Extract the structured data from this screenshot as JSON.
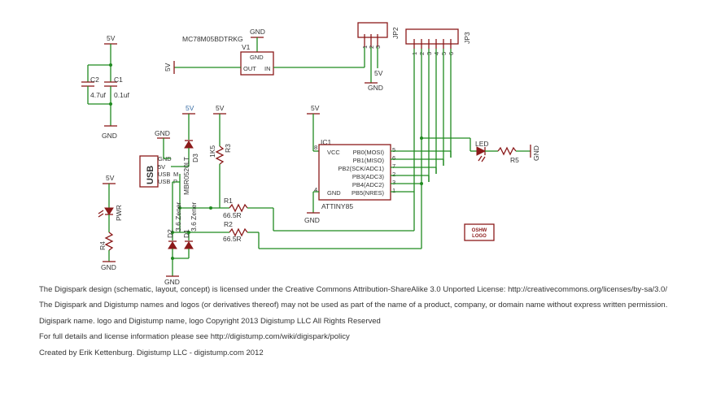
{
  "labels": {
    "v5": "5V",
    "gnd": "GND",
    "regulator_part": "MC78M05BDTRKG",
    "regulator_name": "V1",
    "regulator_gnd": "GND",
    "regulator_out": "OUT",
    "regulator_in": "IN",
    "c2_name": "C2",
    "c2_value": "4.7uf",
    "c1_name": "C1",
    "c1_value": "0.1uf",
    "jp2": "JP2",
    "jp3": "JP3",
    "pin1": "1",
    "pin2": "2",
    "pin3": "3",
    "pin4": "4",
    "pin5": "5",
    "pin6": "6",
    "pin7": "7",
    "pin8": "8",
    "usb": "USB",
    "usb_gnd": "GND",
    "usb_5v": "5V",
    "usb_m": "M",
    "usb_p": "P",
    "usb_sub_m": "USB",
    "usb_sub_p": "USB",
    "d3_name": "D3",
    "d3_part": "MBR0520LT",
    "r3_name": "R3",
    "r3_value": "1K5",
    "r1_name": "R1",
    "r1_value": "66.5R",
    "r2_name": "R2",
    "r2_value": "66.5R",
    "d1_name": "D1",
    "d1_value": "3.6 Zener",
    "d2_name": "D2",
    "d2_value": "3.6 Zener",
    "pwr": "PWR",
    "r4_name": "R4",
    "led": "LED",
    "r5_name": "R5",
    "ic1": "IC1",
    "ic_part": "ATTINY85",
    "ic_vcc": "VCC",
    "ic_gnd": "GND",
    "ic_pb0": "PB0(MOSI)",
    "ic_pb1": "PB1(MISO)",
    "ic_pb2": "PB2(SCK/ADC1)",
    "ic_pb3": "PB3(ADC3)",
    "ic_pb4": "PB4(ADC2)",
    "ic_pb5": "PB5(NRES)",
    "oshw_line1": "OSHW",
    "oshw_line2": "LOGO"
  },
  "notes": [
    "The Digispark design (schematic, layout, concept) is licensed under the Creative Commons Attribution-ShareAlike 3.0 Unported License: http://creativecommons.org/licenses/by-sa/3.0/",
    "The Digispark and Digistump names and logos (or derivatives thereof) may not be used as part of the name of a product, company, or domain name without express written permission.",
    "Digispark name. logo and Digistump name, logo Copyright 2013 Digistump LLC All Rights Reserved",
    "For full details and license information please see http://digistump.com/wiki/digispark/policy",
    "Created by Erik Kettenburg. Digistump LLC - digistump.com 2012"
  ],
  "colors": {
    "wire": "#1f8a1f",
    "part": "#8b1a1a",
    "text": "#333333"
  }
}
